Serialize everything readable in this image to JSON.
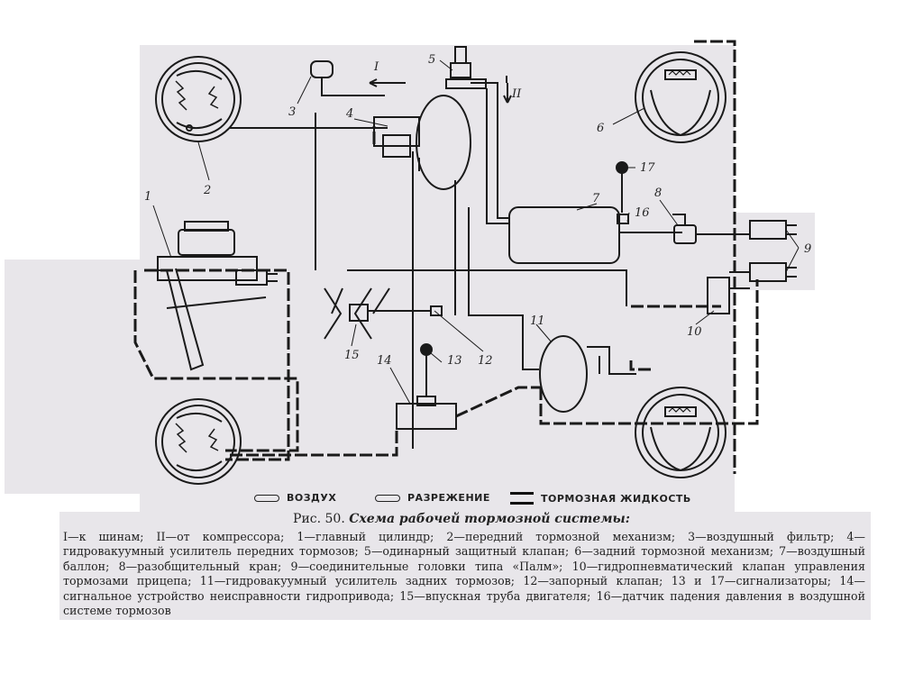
{
  "diagram": {
    "labels": {
      "l1": "1",
      "l2": "2",
      "l3": "3",
      "l4": "4",
      "l5": "5",
      "l6": "6",
      "l7": "7",
      "l8": "8",
      "l9": "9",
      "l10": "10",
      "l11": "11",
      "l12": "12",
      "l13": "13",
      "l14": "14",
      "l15": "15",
      "l16": "16",
      "l17": "17",
      "arrow_I": "I",
      "arrow_II": "II"
    }
  },
  "legend": {
    "air": "ВОЗДУХ",
    "vacuum": "РАЗРЕЖЕНИЕ",
    "fluid": "ТОРМОЗНАЯ ЖИДКОСТЬ"
  },
  "figure": {
    "number": "Рис. 50.",
    "title": "Схема рабочей тормозной системы:",
    "caption": "I—к шинам; II—от компрессора; 1—главный цилиндр; 2—передний тормозной механизм; 3—воздушный фильтр; 4—гидровакуумный усилитель передних тормозов; 5—одинарный защитный клапан; 6—задний тормозной механизм; 7—воздушный баллон; 8—разобщительный кран; 9—соединительные головки типа «Палм»; 10—гидропневматический клапан управления тормозами прицепа; 11—гидровакуумный усилитель задних тормозов; 12—запорный клапан; 13 и 17—сигнализаторы; 14—сигнальное устройство неисправности гидропривода; 15—впускная труба двигателя; 16—датчик падения давления в воздушной системе тормозов"
  }
}
